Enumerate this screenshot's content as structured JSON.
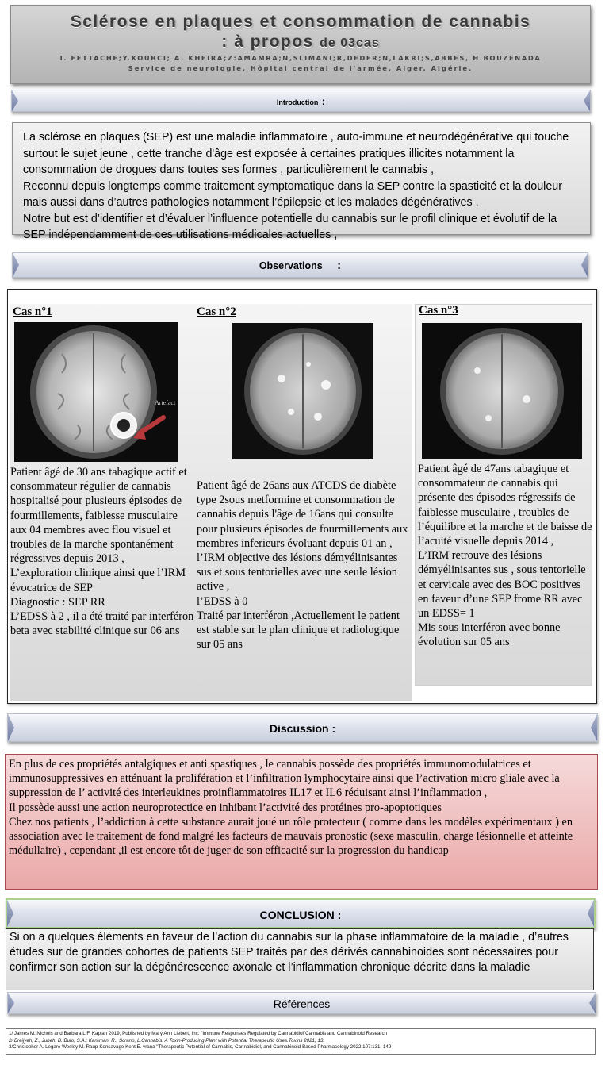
{
  "header": {
    "title_line1": "Sclérose en plaques et consommation de cannabis",
    "title_line2_main": ": à propos ",
    "title_line2_small": "de 03cas",
    "authors": "I. FETTACHE;Y.KOUBCI; A. KHEIRA;Z:AMAMRA;N,SLIMANI;R,DEDER;N,LAKRI;S,ABBES, H.BOUZENADA",
    "service": "Service de neurologie, Hôpital central de l'armée, Alger, Algérie."
  },
  "introduction": {
    "heading": "Introduction",
    "colon": ":",
    "paragraphs": [
      "La sclérose en plaques (SEP) est une maladie inflammatoire , auto-immune  et neurodégénérative  qui touche surtout le sujet jeune , cette tranche d'âge est exposée à certaines pratiques illicites notamment la consommation de drogues dans toutes ses formes , particulièrement le cannabis ,",
      "Reconnu depuis longtemps comme traitement symptomatique  dans la SEP contre  la spasticité et la douleur  mais aussi dans d’autres pathologies notamment l’épilepsie et les malades dégénératives ,",
      "Notre but est d’identifier et d’évaluer l’influence potentielle du cannabis sur le profil clinique et évolutif de la SEP indépendamment de ces utilisations  médicales  actuelles ,"
    ]
  },
  "observations": {
    "heading": "Observations",
    "colon": ":",
    "cases": [
      {
        "label": "Cas n°1",
        "annotation": "Artefact",
        "text": "Patient âgé de 30 ans tabagique actif et consommateur régulier de cannabis hospitalisé pour plusieurs épisodes de fourmillements, faiblesse musculaire aux 04 membres avec flou visuel et troubles de la marche spontanément régressives depuis 2013 ,\nL’exploration clinique ainsi que l’IRM évocatrice de  SEP\nDiagnostic : SEP RR\nL’EDSS  à 2 , il a été traité par interféron  beta avec stabilité clinique  sur 06 ans"
      },
      {
        "label": "Cas n°2",
        "text": "Patient âgé de 26ans aux ATCDS de diabète type 2sous  metformine et consommation de cannabis depuis l'âge de 16ans   qui consulte pour plusieurs épisodes de fourmillements aux membres inferieurs évoluant  depuis 01 an   , l’IRM objective des lésions démyélinisantes sus et sous tentorielles avec une seule lésion active  ,\n   l’EDSS  à 0\nTraité  par interféron ,Actuellement  le patient est stable sur le plan clinique et radiologique sur 05 ans"
      },
      {
        "label": "Cas n°3",
        "text": "Patient âgé de 47ans  tabagique et consommateur  de cannabis qui présente des épisodes régressifs  de faiblesse musculaire , troubles de l’équilibre et la marche et de baisse de l’acuité visuelle depuis 2014  ,\nL’IRM  retrouve des lésions démyélinisantes sus ,  sous tentorielle et cervicale   avec des BOC  positives  en faveur d’une SEP frome RR avec un EDSS= 1\nMis sous interféron avec bonne évolution  sur 05 ans"
      }
    ]
  },
  "discussion": {
    "heading": "Discussion :",
    "paragraphs": [
      "En plus de ces  propriétés antalgiques et anti spastiques , le cannabis  possède des propriétés immunomodulatrices et immunosuppressives en atténuant la prolifération et l’infiltration lymphocytaire ainsi que  l’activation  micro gliale  avec  la suppression de l’ activité  des interleukines proinflammatoires IL17    et IL6 réduisant ainsi l’inflammation  ,",
      "Il possède aussi une action neuroprotectice en inhibant l’activité des protéines pro-apoptotiques",
      "Chez nos patients  , l’addiction à cette substance aurait joué un rôle protecteur ( comme   dans les modèles expérimentaux ) en association avec  le traitement de fond  malgré les facteurs de mauvais pronostic (sexe masculin, charge lésionnelle et atteinte médullaire) , cependant ,il est encore  tôt de juger de son efficacité sur la progression du handicap"
    ]
  },
  "conclusion": {
    "heading": "CONCLUSION :",
    "text": "Si on a quelques éléments en faveur de l’action du cannabis sur la phase inflammatoire de la maladie , d’autres études sur de grandes cohortes de patients SEP traités par des dérivés cannabinoides  sont nécessaires pour confirmer son action sur la dégénérescence axonale et l’inflammation chronique décrite dans la maladie"
  },
  "references": {
    "heading": "Références",
    "items": [
      "1/ James M. Nichols and Barbara L.F. Kaplan 2019; Published by Mary Ann Liebert, Inc.  \"Immune Responses Regulated by Cannabidiol\"Cannabis and Cannabinoid Research",
      "2/ Breijyeh, Z.; Jubeh, B.;Bufo, S.A.; Karaman, R.; Scrano, L.Cannabis: A Toxin-Producing Plant with Potential Therapeutic Uses.Toxins 2021, 13.",
      "3/Christopher  A. Legare Wesley M. Raup-Konsavage Kent E. vrana \"Therapeutic Potential of Cannabis, Cannabidiol, and Cannabinoid-Based Pharmacology 2022;107:131–149"
    ]
  },
  "colors": {
    "discussion_bg": "#eec4c4",
    "conclusion_border": "#a9d08e",
    "section_bar": "#dde1ec"
  }
}
